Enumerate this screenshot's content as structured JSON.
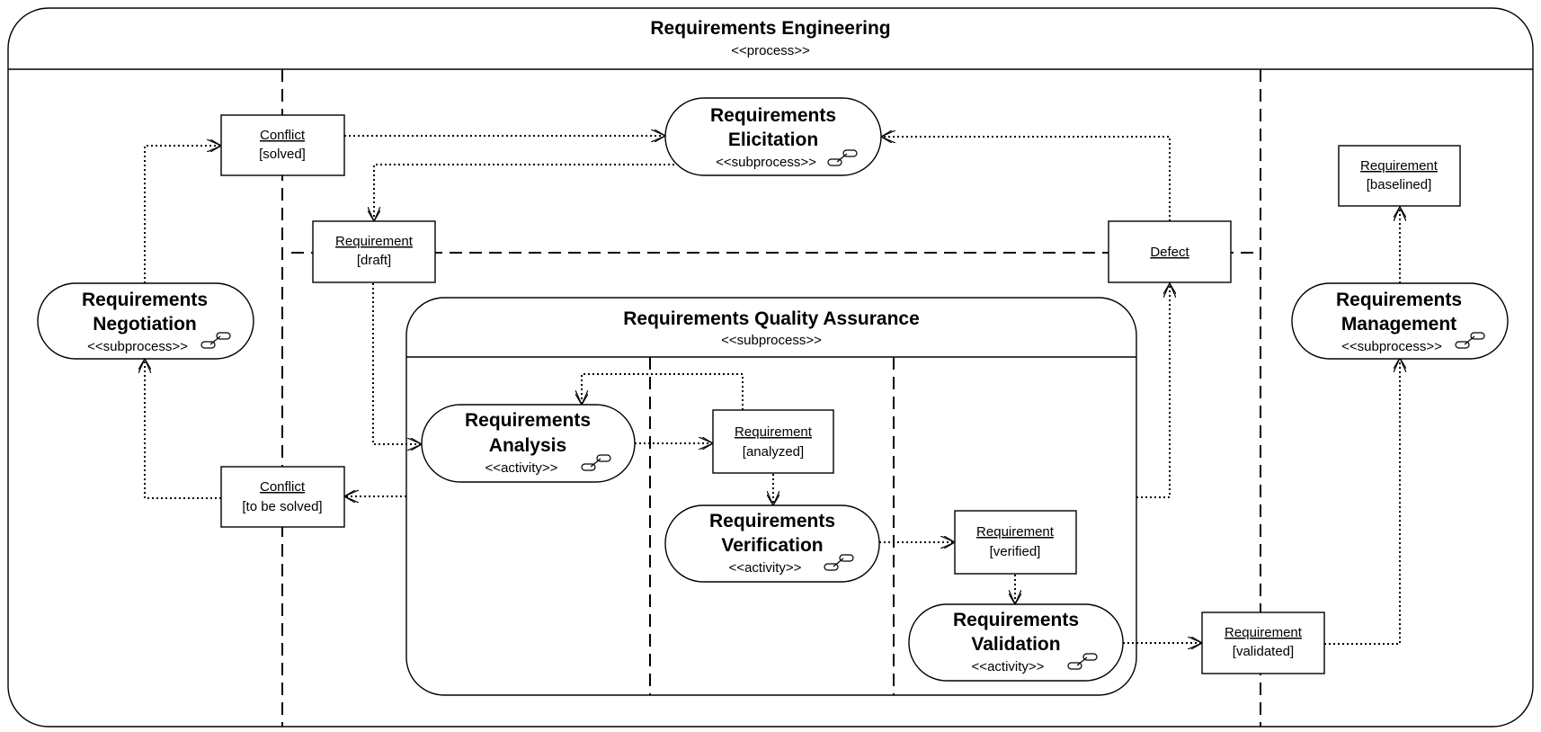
{
  "process": {
    "title": "Requirements Engineering",
    "stereotype": "<<process>>"
  },
  "qa": {
    "title": "Requirements Quality Assurance",
    "stereotype": "<<subprocess>>"
  },
  "nodes": {
    "elicitation": {
      "line1": "Requirements",
      "line2": "Elicitation",
      "stereotype": "<<subprocess>>"
    },
    "negotiation": {
      "line1": "Requirements",
      "line2": "Negotiation",
      "stereotype": "<<subprocess>>"
    },
    "management": {
      "line1": "Requirements",
      "line2": "Management",
      "stereotype": "<<subprocess>>"
    },
    "analysis": {
      "line1": "Requirements",
      "line2": "Analysis",
      "stereotype": "<<activity>>"
    },
    "verification": {
      "line1": "Requirements",
      "line2": "Verification",
      "stereotype": "<<activity>>"
    },
    "validation": {
      "line1": "Requirements",
      "line2": "Validation",
      "stereotype": "<<activity>>"
    }
  },
  "objects": {
    "conflict_solved": {
      "name": "Conflict",
      "state": "[solved]"
    },
    "conflict_to_be_solved": {
      "name": "Conflict",
      "state": "[to be solved]"
    },
    "req_draft": {
      "name": "Requirement",
      "state": "[draft]"
    },
    "defect": {
      "name": "Defect",
      "state": ""
    },
    "req_baselined": {
      "name": "Requirement",
      "state": "[baselined]"
    },
    "req_analyzed": {
      "name": "Requirement",
      "state": "[analyzed]"
    },
    "req_verified": {
      "name": "Requirement",
      "state": "[verified]"
    },
    "req_validated": {
      "name": "Requirement",
      "state": "[validated]"
    }
  }
}
